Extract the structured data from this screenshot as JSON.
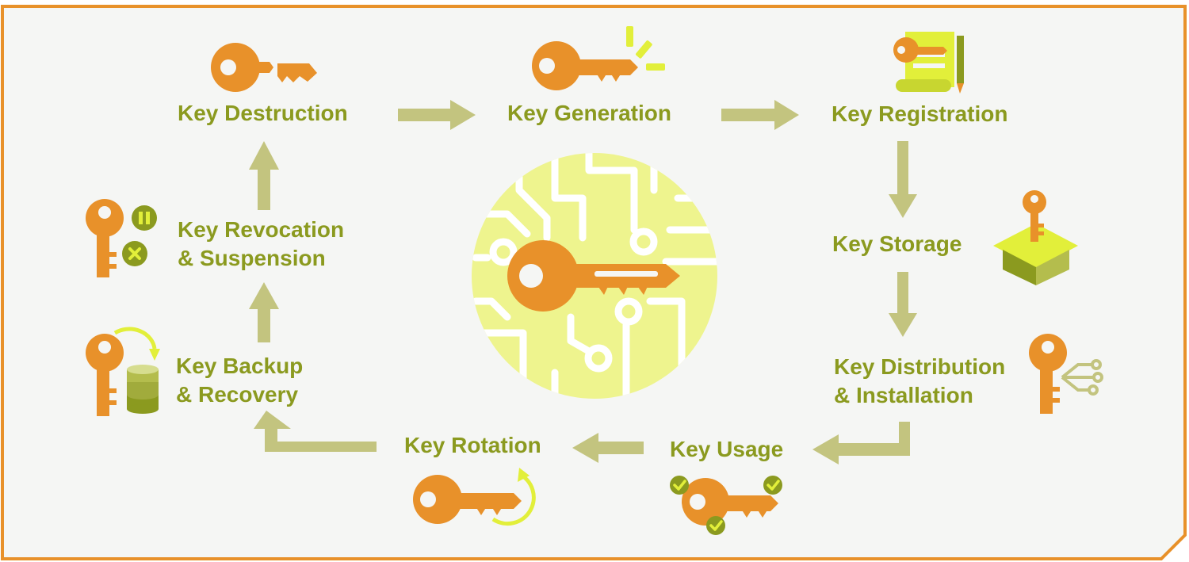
{
  "colors": {
    "key_orange": "#e8912a",
    "label_olive": "#8b9a1f",
    "arrow_olive": "#c3c47f",
    "accent_lime": "#e2ef3a",
    "circuit_bg": "#eef48e",
    "frame_orange": "#e8912a",
    "background": "#f5f6f4"
  },
  "stages": {
    "destruction": {
      "label": "Key Destruction",
      "icon": "broken-key-icon"
    },
    "generation": {
      "label": "Key Generation",
      "icon": "key-sparkle-icon"
    },
    "registration": {
      "label": "Key Registration",
      "icon": "key-scroll-icon"
    },
    "storage": {
      "label": "Key Storage",
      "icon": "key-box-icon"
    },
    "distribution": {
      "line1": "Key Distribution",
      "line2": "& Installation",
      "icon": "key-network-icon"
    },
    "usage": {
      "label": "Key Usage",
      "icon": "key-checkmarks-icon"
    },
    "rotation": {
      "label": "Key Rotation",
      "icon": "key-rotation-icon"
    },
    "backup": {
      "line1": "Key Backup",
      "line2": "& Recovery",
      "icon": "key-database-icon"
    },
    "revocation": {
      "line1": "Key Revocation",
      "line2": "& Suspension",
      "icon": "key-pause-cancel-icon"
    }
  },
  "center": {
    "icon": "key-circuit-icon"
  }
}
